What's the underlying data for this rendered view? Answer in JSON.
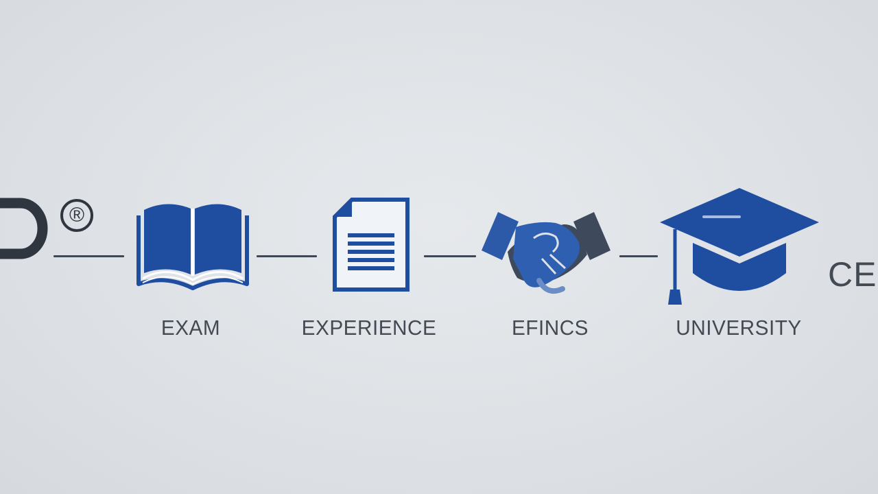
{
  "colors": {
    "background": "#dde1e5",
    "accent": "#1f4ea0",
    "dark": "#3e4753",
    "text": "#434a53"
  },
  "logo": {
    "icon": "logo-letter-fragment-icon",
    "registered_symbol": "®"
  },
  "steps": [
    {
      "label": "EXAM",
      "icon": "open-book-icon"
    },
    {
      "label": "EXPERIENCE",
      "icon": "document-icon"
    },
    {
      "label": "EFINCS",
      "icon": "handshake-icon"
    },
    {
      "label": "UNIVERSITY",
      "icon": "graduation-cap-icon"
    }
  ],
  "trailing_text": "CE"
}
